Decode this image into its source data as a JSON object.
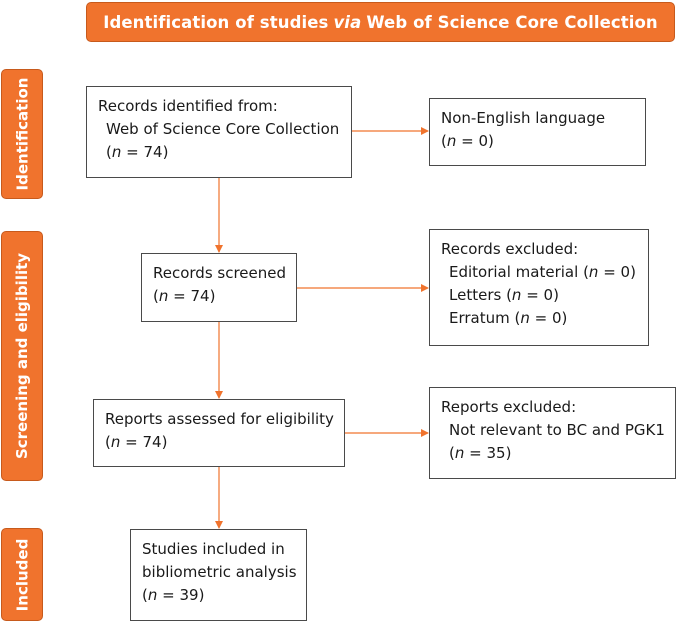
{
  "header": {
    "prefix": "Identification of studies",
    "emphasis": "via",
    "suffix": "Web of Science Core Collection"
  },
  "phases": {
    "identification": "Identification",
    "screening": "Screening and eligibility",
    "included": "Included"
  },
  "n_symbol": "n",
  "boxes": {
    "identified": {
      "heading": "Records identified from:",
      "source": "Web of Science Core Collection",
      "count": " = 74)"
    },
    "non_english": {
      "heading": "Non-English language",
      "count": " = 0)"
    },
    "screened": {
      "heading": "Records screened",
      "count": " = 74)"
    },
    "excluded_records": {
      "heading": "Records excluded:",
      "items": [
        {
          "label": "Editorial material (",
          "count": " = 0)"
        },
        {
          "label": "Letters (",
          "count": " = 0)"
        },
        {
          "label": "Erratum (",
          "count": " = 0)"
        }
      ]
    },
    "assessed": {
      "heading": "Reports assessed for eligibility",
      "count": " = 74)"
    },
    "excluded_reports": {
      "heading": "Reports excluded:",
      "reason": "Not relevant to BC and PGK1",
      "count": " = 35)"
    },
    "included": {
      "line1": "Studies included in",
      "line2": "bibliometric analysis",
      "count": " = 39)"
    }
  },
  "colors": {
    "accent": "#f0732d",
    "accent_border": "#c75a1c",
    "box_border": "#4a4a4a"
  }
}
